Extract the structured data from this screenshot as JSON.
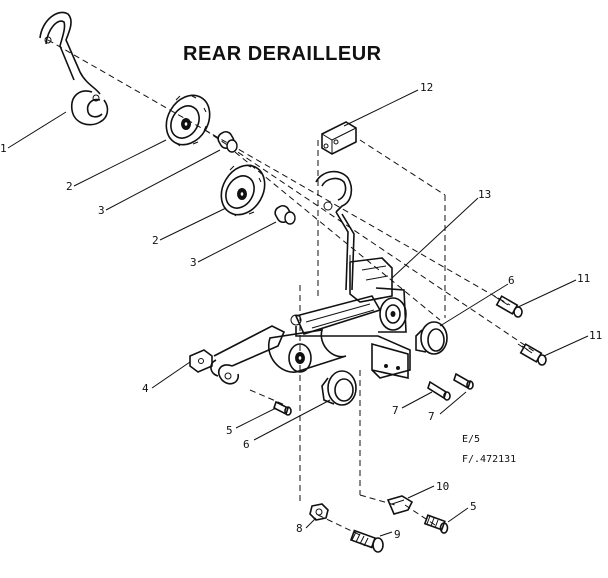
{
  "title": "REAR DERAILLEUR",
  "reference_lines": [
    "E/5",
    "F/.472131"
  ],
  "callouts": {
    "c1": "1",
    "c2a": "2",
    "c3a": "3",
    "c2b": "2",
    "c3b": "3",
    "c12": "12",
    "c13": "13",
    "c6a": "6",
    "c11a": "11",
    "c11b": "11",
    "c4": "4",
    "c5": "5",
    "c6b": "6",
    "c7a": "7",
    "c7b": "7",
    "c10": "10",
    "c8": "8",
    "c9": "9",
    "c5b": "5"
  }
}
